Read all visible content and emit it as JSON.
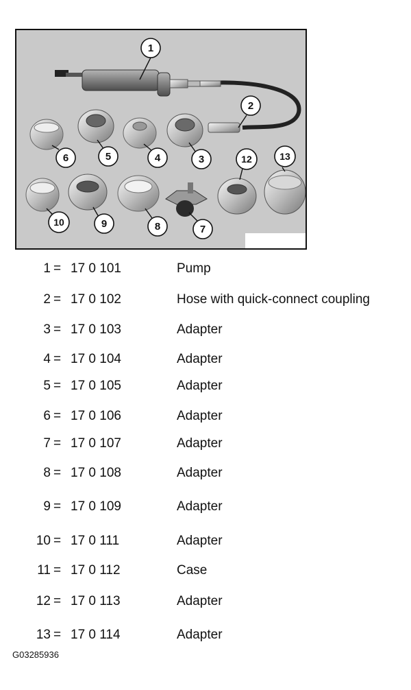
{
  "figure": {
    "callouts": [
      "1",
      "2",
      "3",
      "4",
      "5",
      "6",
      "7",
      "8",
      "9",
      "10",
      "12",
      "13"
    ]
  },
  "parts": [
    {
      "num": "1",
      "part_no": "17 0 101",
      "description": "Pump"
    },
    {
      "num": "2",
      "part_no": "17 0 102",
      "description": "Hose with quick-connect coupling"
    },
    {
      "num": "3",
      "part_no": "17 0 103",
      "description": "Adapter"
    },
    {
      "num": "4",
      "part_no": "17 0 104",
      "description": "Adapter"
    },
    {
      "num": "5",
      "part_no": "17 0 105",
      "description": "Adapter"
    },
    {
      "num": "6",
      "part_no": "17 0 106",
      "description": "Adapter"
    },
    {
      "num": "7",
      "part_no": "17 0 107",
      "description": "Adapter"
    },
    {
      "num": "8",
      "part_no": "17 0 108",
      "description": "Adapter"
    },
    {
      "num": "9",
      "part_no": "17 0 109",
      "description": "Adapter"
    },
    {
      "num": "10",
      "part_no": "17 0 111",
      "description": "Adapter"
    },
    {
      "num": "11",
      "part_no": "17 0 112",
      "description": "Case"
    },
    {
      "num": "12",
      "part_no": "17 0 113",
      "description": "Adapter"
    },
    {
      "num": "13",
      "part_no": "17 0 114",
      "description": "Adapter"
    }
  ],
  "equals": "=",
  "figure_code": "G03285936"
}
